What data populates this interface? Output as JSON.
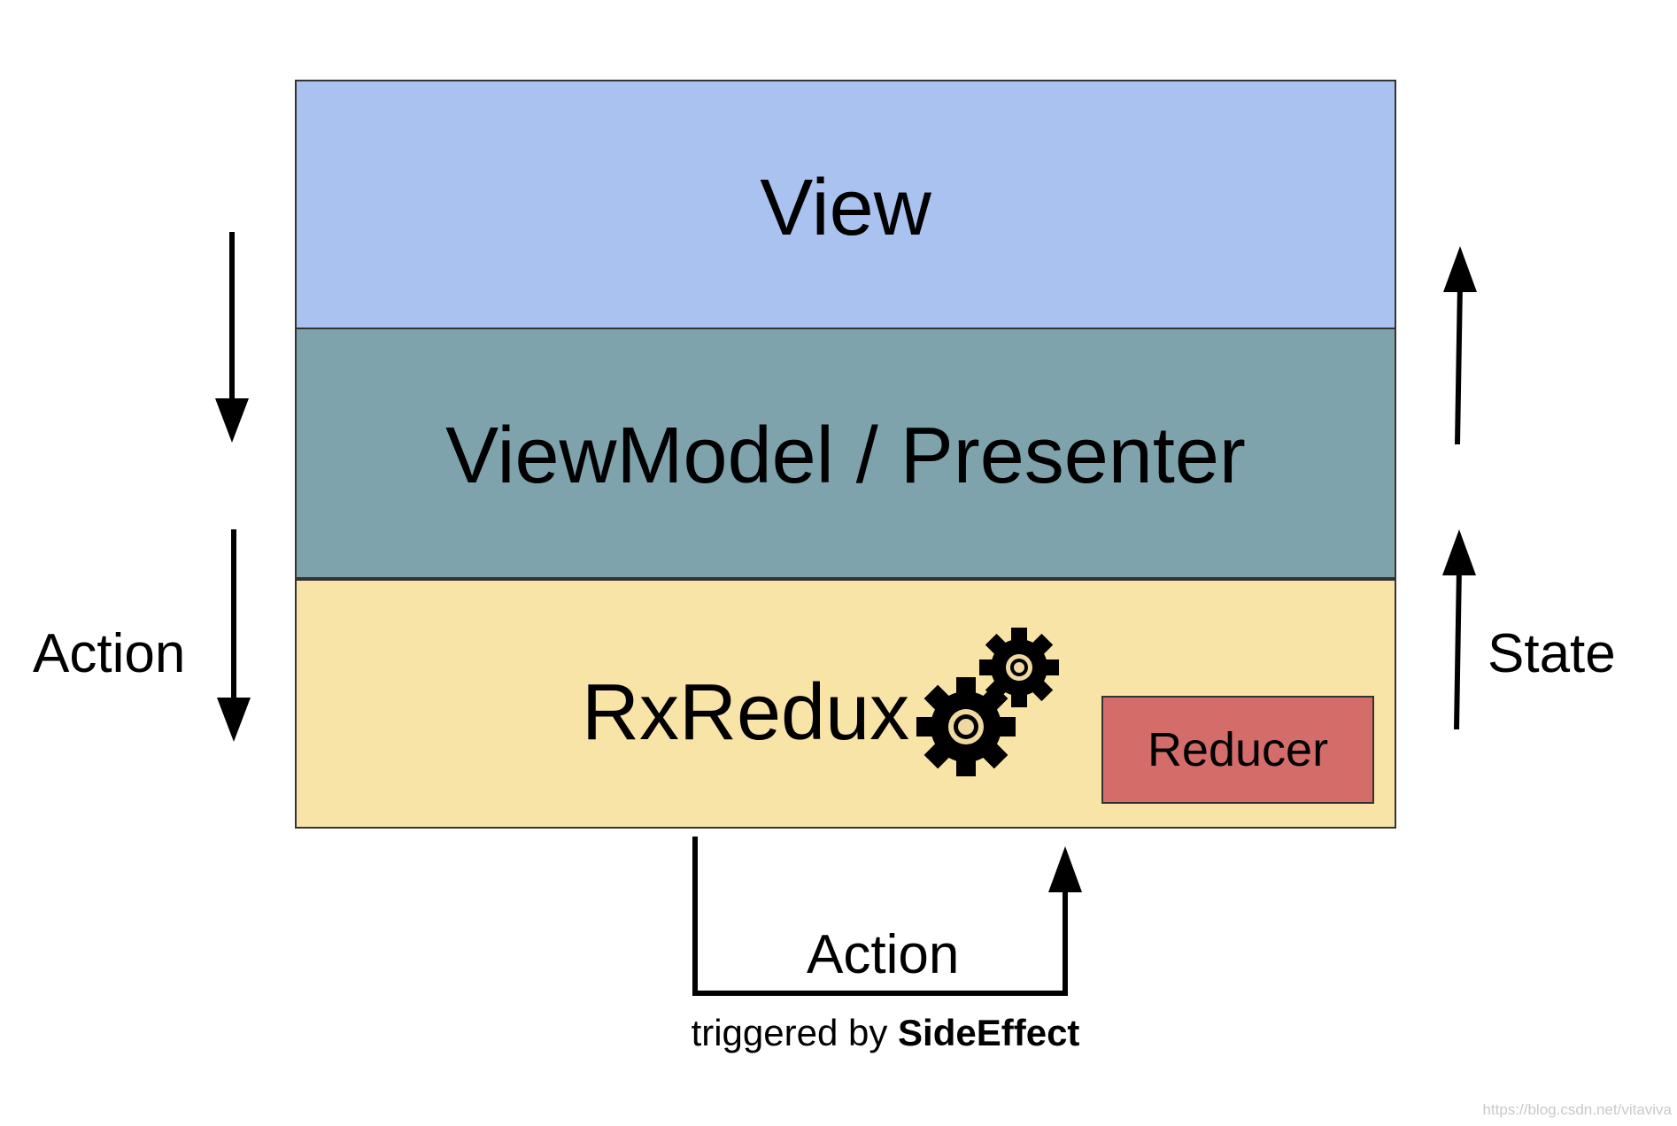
{
  "layers": {
    "view": "View",
    "viewmodel": "ViewModel / Presenter",
    "rxredux": "RxRedux",
    "reducer": "Reducer"
  },
  "labels": {
    "action_left": "Action",
    "state_right": "State",
    "action_bottom": "Action",
    "caption_prefix": "triggered by",
    "caption_bold": "SideEffect"
  },
  "icons": {
    "gears": "gears-icon"
  },
  "colors": {
    "view": "#a9c2ef",
    "viewmodel": "#7fa3ac",
    "rxredux": "#f9e4a7",
    "reducer": "#d46d6a"
  },
  "watermark": "https://blog.csdn.net/vitaviva"
}
